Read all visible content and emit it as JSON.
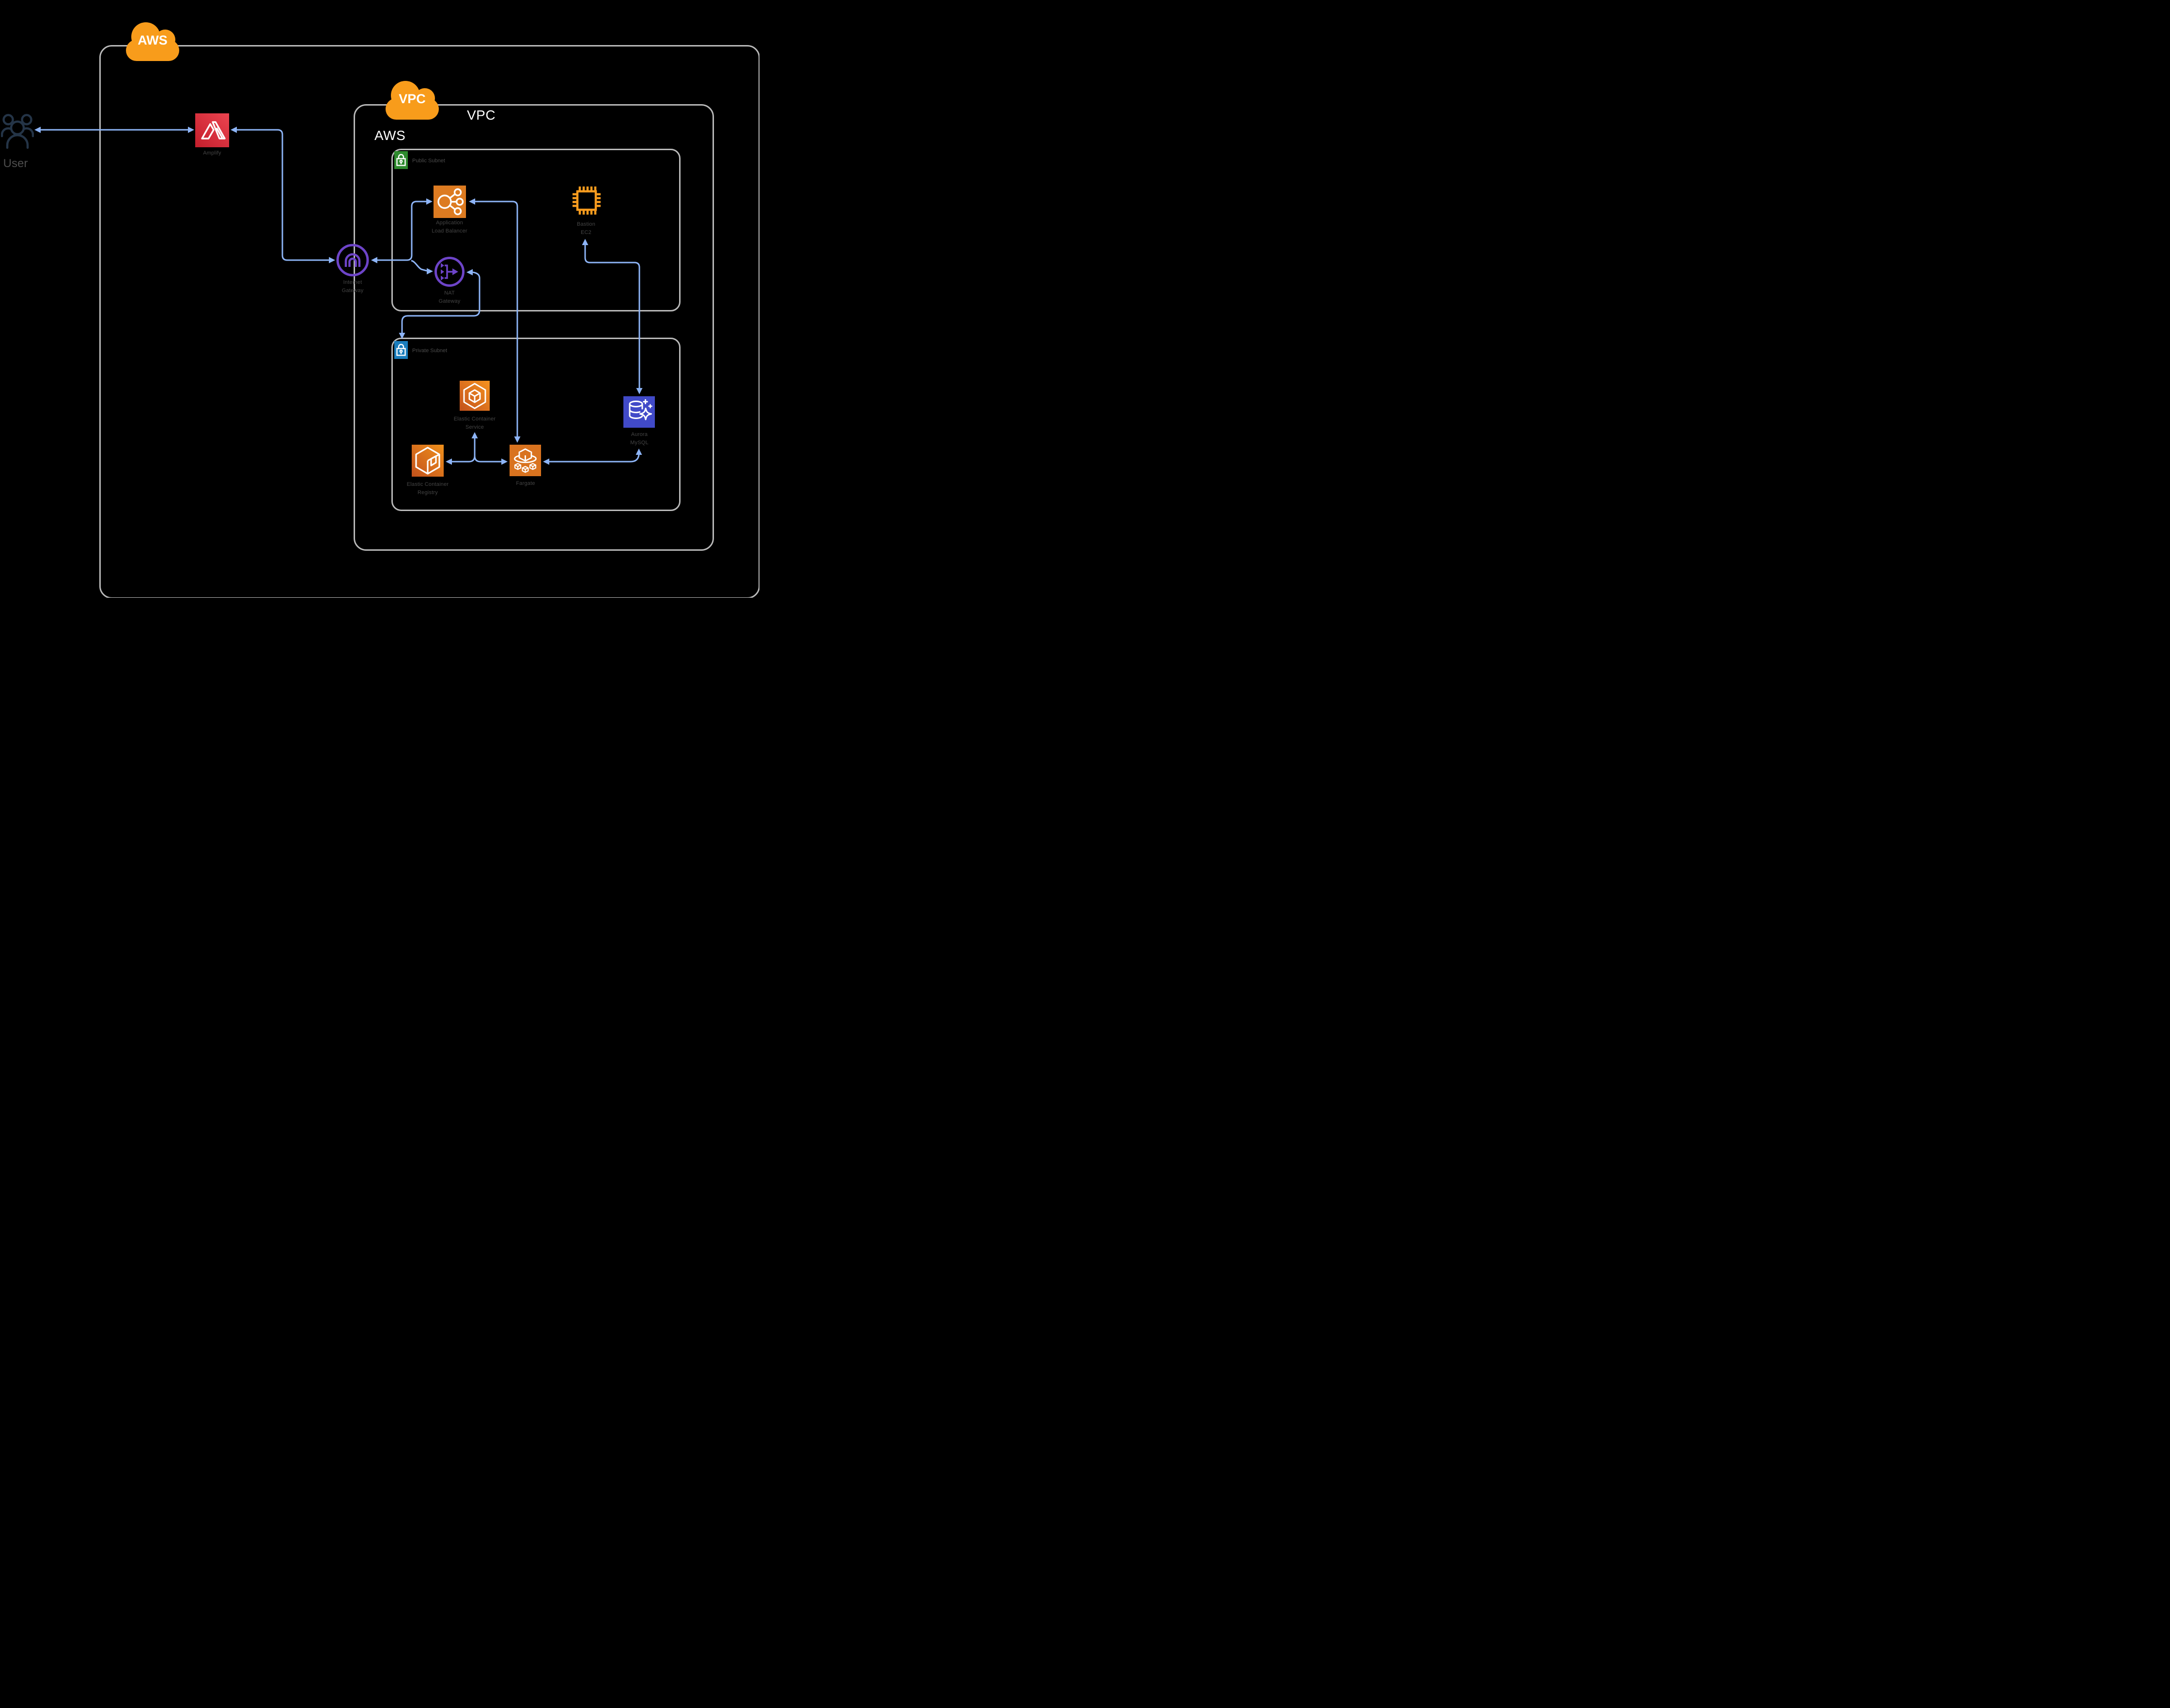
{
  "diagram": {
    "outer_cloud_label": "AWS",
    "vpc_cloud_label": "VPC",
    "vpc_title": "VPC",
    "vpc_subtitle": "AWS",
    "public_subnet_label": "Public Subnet",
    "private_subnet_label": "Private Subnet"
  },
  "nodes": {
    "user": {
      "label": "User"
    },
    "amplify": {
      "label": "Amplify"
    },
    "internet_gateway": {
      "line1": "Internet",
      "line2": "Gateway"
    },
    "nat_gateway": {
      "line1": "NAT",
      "line2": "Gateway"
    },
    "alb": {
      "line1": "Application",
      "line2": "Load Balancer"
    },
    "bastion": {
      "line1": "Bastion",
      "line2": "EC2"
    },
    "ecs": {
      "line1": "Elastic Container",
      "line2": "Service"
    },
    "ecr": {
      "line1": "Elastic Container",
      "line2": "Registry"
    },
    "fargate": {
      "label": "Fargate"
    },
    "aurora": {
      "line1": "Aurora",
      "line2": "MySQL"
    }
  },
  "colors": {
    "background": "#000000",
    "container_border": "#b9b9b9",
    "connector_blue": "#8db4f6",
    "cloud_orange": "#f89c1b",
    "service_orange": "#dd7b21",
    "service_orange_gradient_start": "#c2511c",
    "service_orange_gradient_end": "#f79420",
    "amplify_red_start": "#c41e2c",
    "amplify_red_end": "#ec4450",
    "aurora_blue": "#414ac8",
    "gateway_purple": "#6d44c8",
    "public_subnet_green": "#2e8b2e",
    "private_subnet_blue": "#1a7dbc",
    "caption_gray": "#454545",
    "label_white": "#ffffff",
    "user_icon_navy": "#243447"
  }
}
